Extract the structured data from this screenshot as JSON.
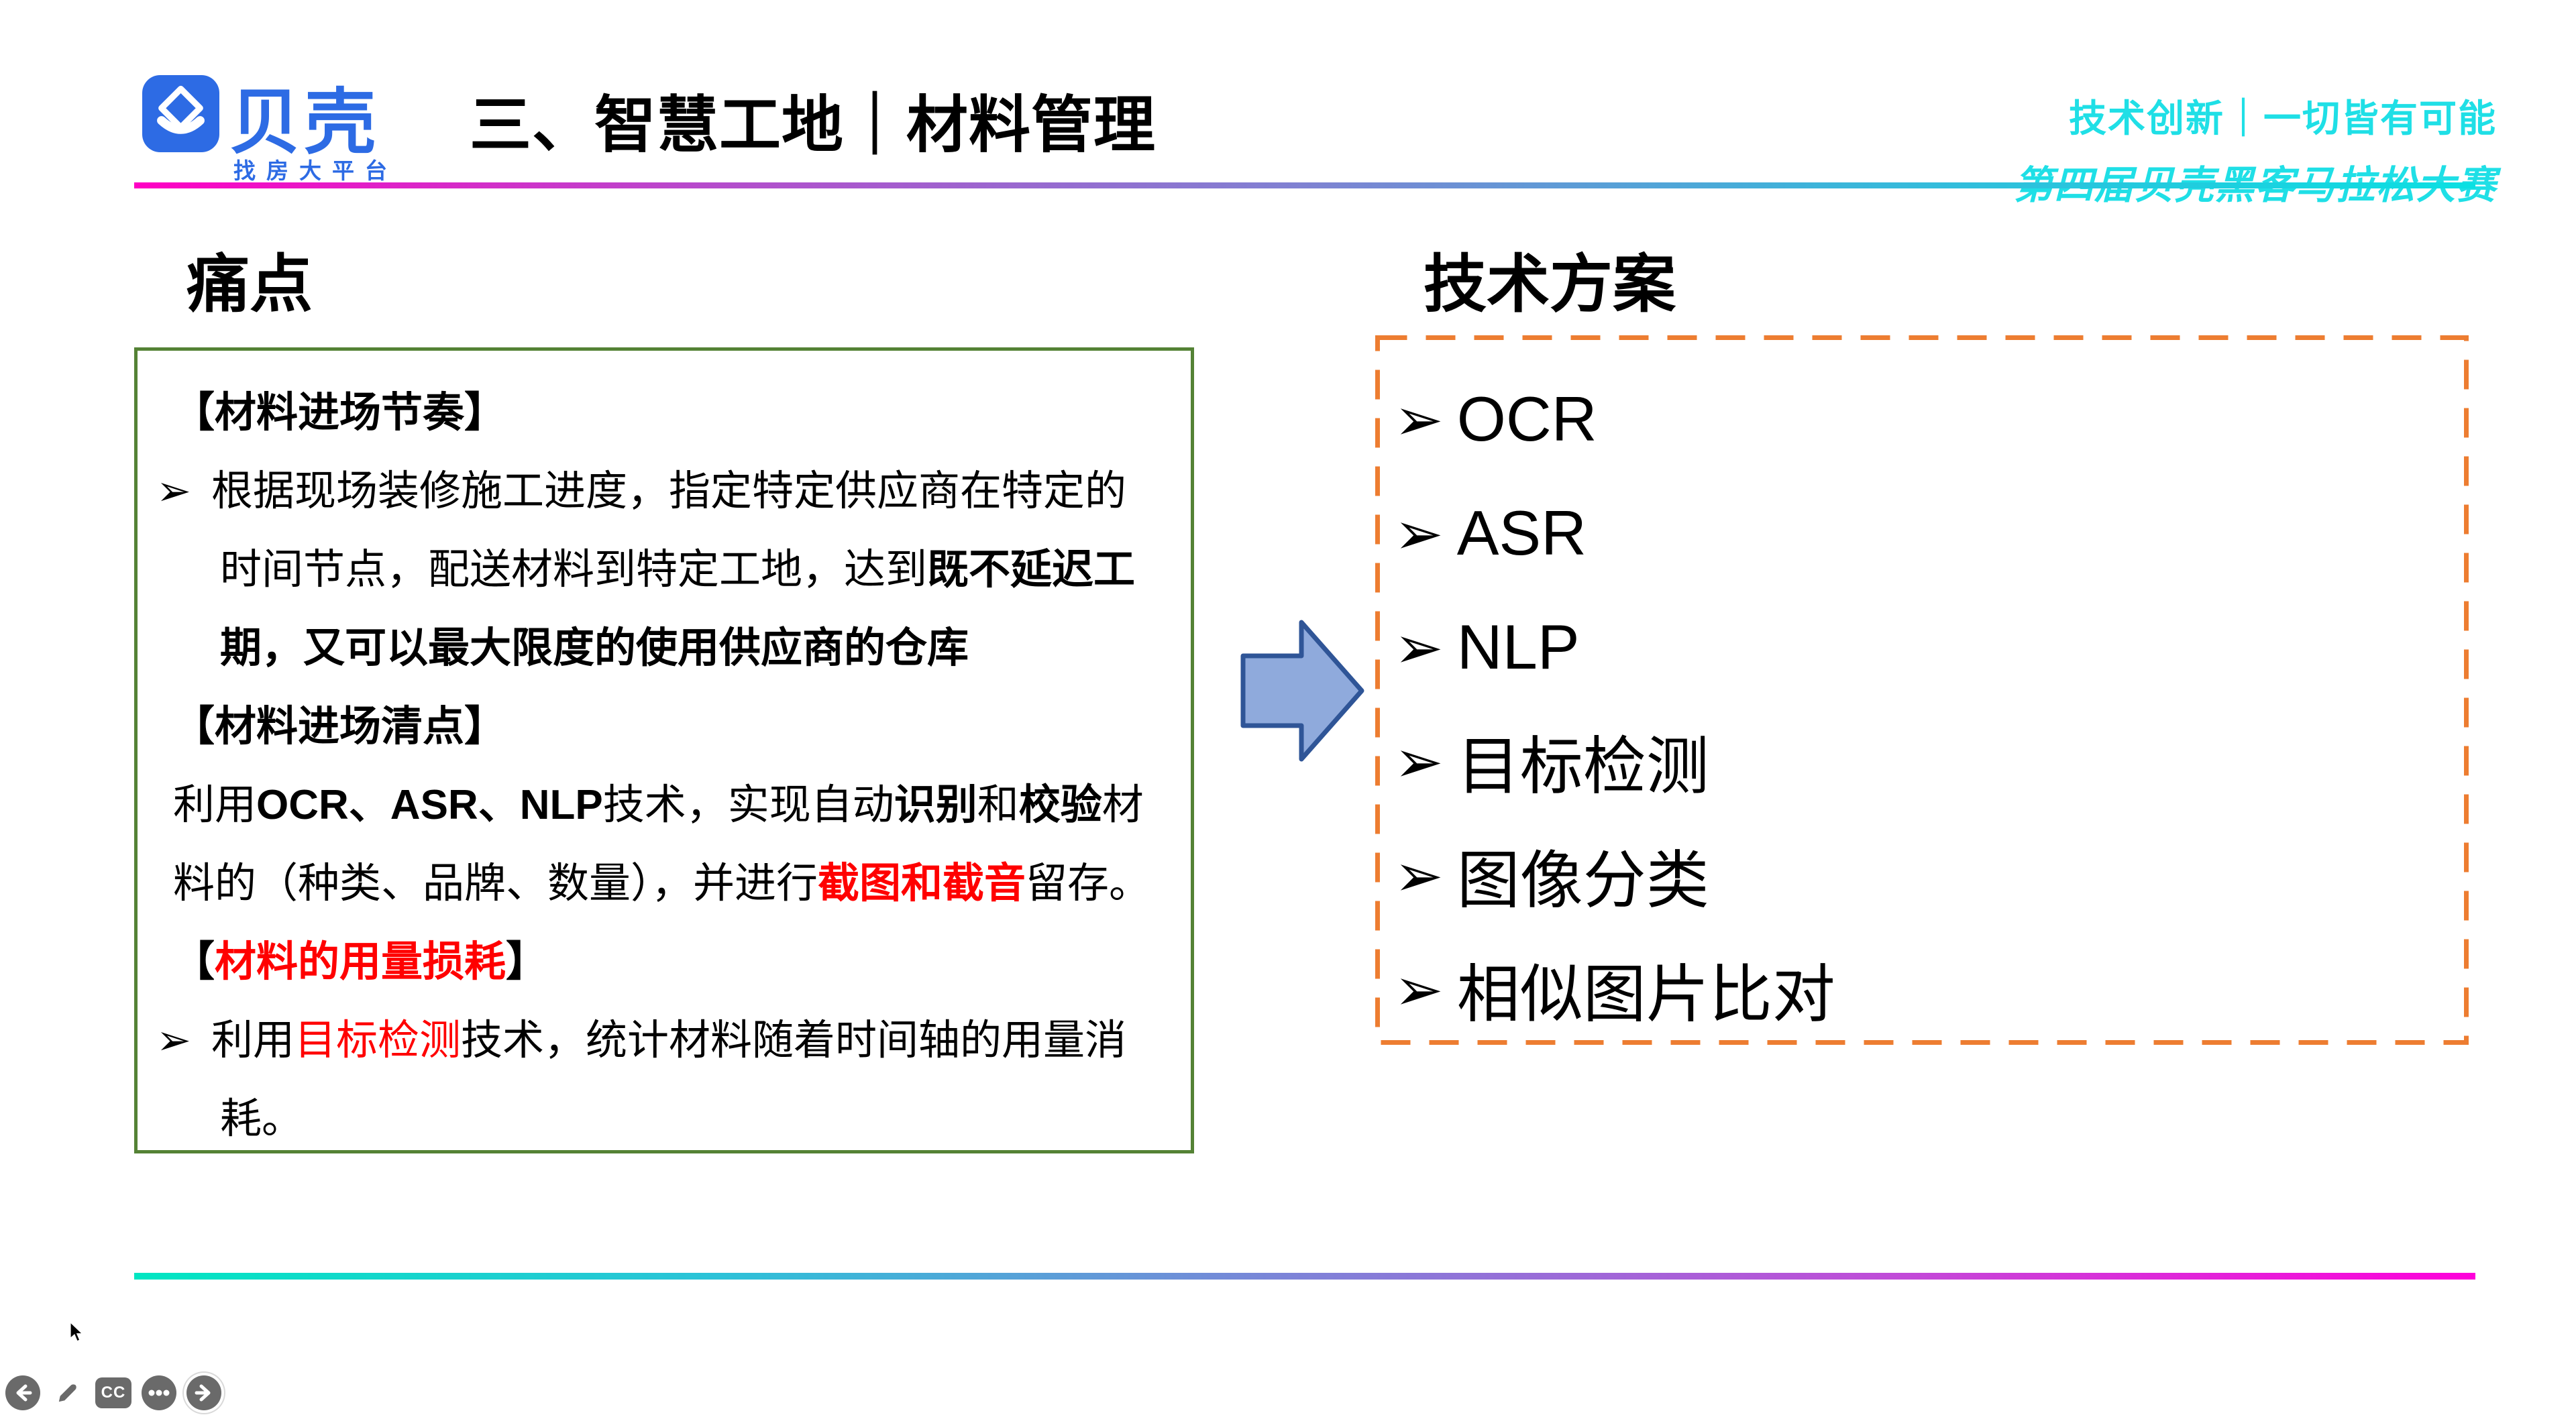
{
  "header": {
    "brand": "贝壳",
    "brand_tagline": "找房大平台",
    "title": "三、智慧工地｜材料管理",
    "slogan_primary": "技术创新｜一切皆有可能",
    "slogan_secondary": "第四届贝壳黑客马拉松大赛"
  },
  "left_panel": {
    "heading": "痛点",
    "bullet_char": "➢",
    "lines": [
      {
        "type": "flush",
        "segments": [
          {
            "text": "【材料进场节奏】",
            "bold": true
          }
        ]
      },
      {
        "type": "bullet",
        "segments": [
          {
            "text": "根据现场装修施工进度，指定特定供应商在特定的"
          }
        ]
      },
      {
        "type": "hang",
        "segments": [
          {
            "text": "时间节点，配送材料到特定工地，达到"
          },
          {
            "text": "既不延迟工",
            "bold": true
          }
        ]
      },
      {
        "type": "hang",
        "segments": [
          {
            "text": "期，又可以最大限度的使用供应商的仓库",
            "bold": true
          }
        ]
      },
      {
        "type": "flush",
        "segments": [
          {
            "text": "【材料进场清点】",
            "bold": true
          }
        ]
      },
      {
        "type": "flush",
        "segments": [
          {
            "text": "利用"
          },
          {
            "text": "OCR、ASR、NLP",
            "bold": true
          },
          {
            "text": "技术，实现自动"
          },
          {
            "text": "识别",
            "bold": true
          },
          {
            "text": "和"
          },
          {
            "text": "校验",
            "bold": true
          },
          {
            "text": "材"
          }
        ]
      },
      {
        "type": "flush",
        "segments": [
          {
            "text": "料的（种类、品牌、数量），并进行"
          },
          {
            "text": "截图和截音",
            "bold": true,
            "red": true
          },
          {
            "text": "留存。"
          }
        ]
      },
      {
        "type": "flush",
        "segments": [
          {
            "text": "【",
            "bold": true
          },
          {
            "text": "材料的用量损耗",
            "bold": true,
            "red": true
          },
          {
            "text": "】",
            "bold": true
          }
        ]
      },
      {
        "type": "bullet",
        "segments": [
          {
            "text": "利用"
          },
          {
            "text": "目标检测",
            "red": true
          },
          {
            "text": "技术，统计材料随着时间轴的用量消"
          }
        ]
      },
      {
        "type": "hang",
        "segments": [
          {
            "text": "耗。"
          }
        ]
      }
    ]
  },
  "right_panel": {
    "heading": "技术方案",
    "bullet_char": "➢",
    "items": [
      "OCR",
      "ASR",
      "NLP",
      "目标检测",
      "图像分类",
      "相似图片比对"
    ]
  },
  "controls": {
    "buttons": [
      {
        "id": "prev",
        "icon": "arrow-left"
      },
      {
        "id": "draw",
        "icon": "pencil"
      },
      {
        "id": "captions",
        "icon": "cc",
        "label": "CC"
      },
      {
        "id": "more",
        "icon": "dots"
      },
      {
        "id": "next",
        "icon": "arrow-right"
      }
    ]
  },
  "colors": {
    "brand_blue": "#2D6BE4",
    "slogan_cyan": "#1FDFE6",
    "pain_box_green": "#548235",
    "tech_box_orange": "#ED7D31",
    "arrow_fill": "#8FAADC",
    "arrow_stroke": "#2F5597",
    "highlight_red": "#FF0000",
    "control_gray": "#6A6A6A",
    "gradient_top": [
      "#FF00C4",
      "#7F82D2",
      "#0AE0E2"
    ],
    "gradient_bottom": [
      "#00E6C2",
      "#7F82D8",
      "#FF00DA"
    ]
  }
}
